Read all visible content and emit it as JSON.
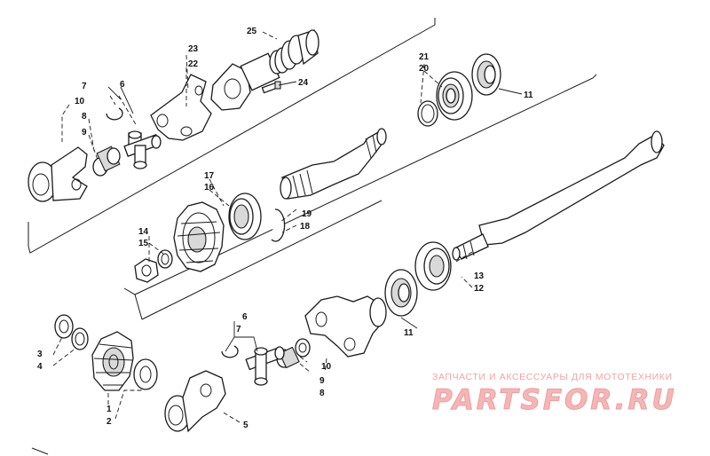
{
  "diagram": {
    "callouts": {
      "c1": "1",
      "c2": "2",
      "c3": "3",
      "c4": "4",
      "c5": "5",
      "c6a": "6",
      "c6b": "6",
      "c7a": "7",
      "c7b": "7",
      "c8a": "8",
      "c8b": "8",
      "c9a": "9",
      "c9b": "9",
      "c10a": "10",
      "c10b": "10",
      "c11a": "11",
      "c11b": "11",
      "c12": "12",
      "c13": "13",
      "c14": "14",
      "c15": "15",
      "c16": "16",
      "c17": "17",
      "c18": "18",
      "c19": "19",
      "c20": "20",
      "c21": "21",
      "c22": "22",
      "c23": "23",
      "c24": "24",
      "c25": "25"
    }
  },
  "watermark": {
    "caption": "ЗАПЧАСТИ И АКСЕССУАРЫ ДЛЯ МОТОТЕХНИКИ",
    "logo_text": "PARTSFOR.RU"
  },
  "colors": {
    "line": "#1a1a1a",
    "shade": "#d9d9d9",
    "watermark": "#f4b6b6"
  }
}
